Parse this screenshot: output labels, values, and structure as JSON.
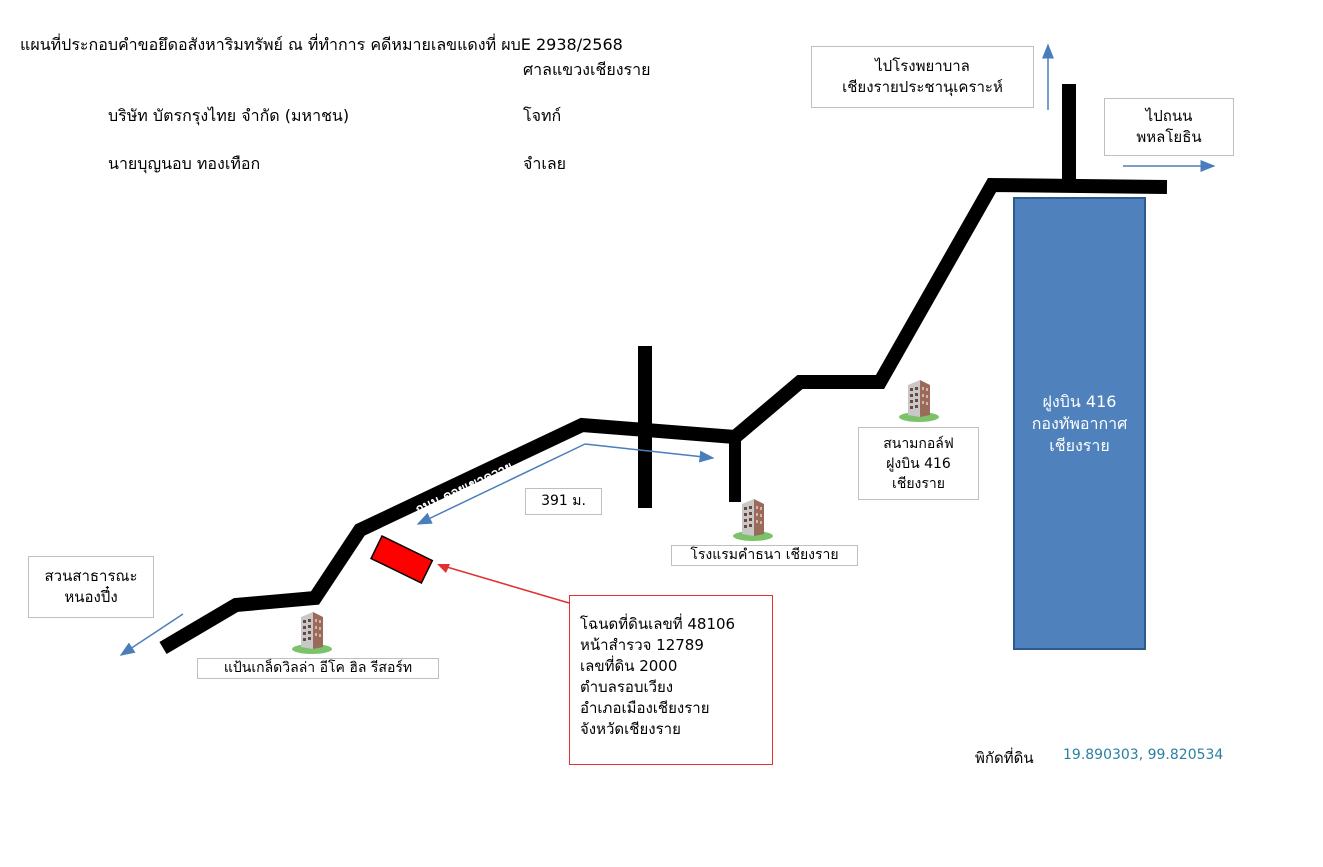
{
  "header": {
    "title": "แผนที่ประกอบคำขอยึดอสังหาริมทรัพย์ ณ ที่ทำการ คดีหมายเลขแดงที่ ผบE 2938/2568",
    "court": "ศาลแขวงเชียงราย",
    "plaintiff_name": "บริษัท บัตรกรุงไทย จำกัด (มหาชน)",
    "plaintiff_role": "โจทก์",
    "defendant_name": "นายบุญนอบ ทองเทือก",
    "defendant_role": "จำเลย"
  },
  "labels": {
    "hospital_line1": "ไปโรงพยาบาล",
    "hospital_line2": "เชียงรายประชานุเคราะห์",
    "road_out_line1": "ไปถนน",
    "road_out_line2": "พหลโยธิน",
    "park_line1": "สวนสาธารณะ",
    "park_line2": "หนองปึ๋ง",
    "road_name": "ถนน ดอยเขาควาย",
    "distance": "391 ม.",
    "resort": "แป้นเกล็ดวิลล่า อีโค ฮิล รีสอร์ท",
    "hotel": "โรงแรมคำธนา เชียงราย",
    "golf_line1": "สนามกอล์ฟ",
    "golf_line2": "ฝูงบิน 416",
    "golf_line3": "เชียงราย",
    "airbase_line1": "ฝูงบิน 416",
    "airbase_line2": "กองทัพอากาศ",
    "airbase_line3": "เชียงราย"
  },
  "parcel": {
    "line1": "โฉนดที่ดินเลขที่ 48106",
    "line2": "หน้าสำรวจ 12789",
    "line3": "เลขที่ดิน 2000",
    "line4": "ตำบลรอบเวียง",
    "line5": "อำเภอเมืองเชียงราย",
    "line6": "จังหวัดเชียงราย"
  },
  "coordinates": {
    "label": "พิกัดที่ดิน",
    "value": "19.890303, 99.820534"
  },
  "icons": {
    "building": "building-icon",
    "arrow": "arrow-icon"
  },
  "colors": {
    "road": "#000000",
    "parcel": "#ff0000",
    "airbase": "#4f81bd",
    "arrow": "#4a7ebb",
    "coords": "#2a7fa3"
  }
}
